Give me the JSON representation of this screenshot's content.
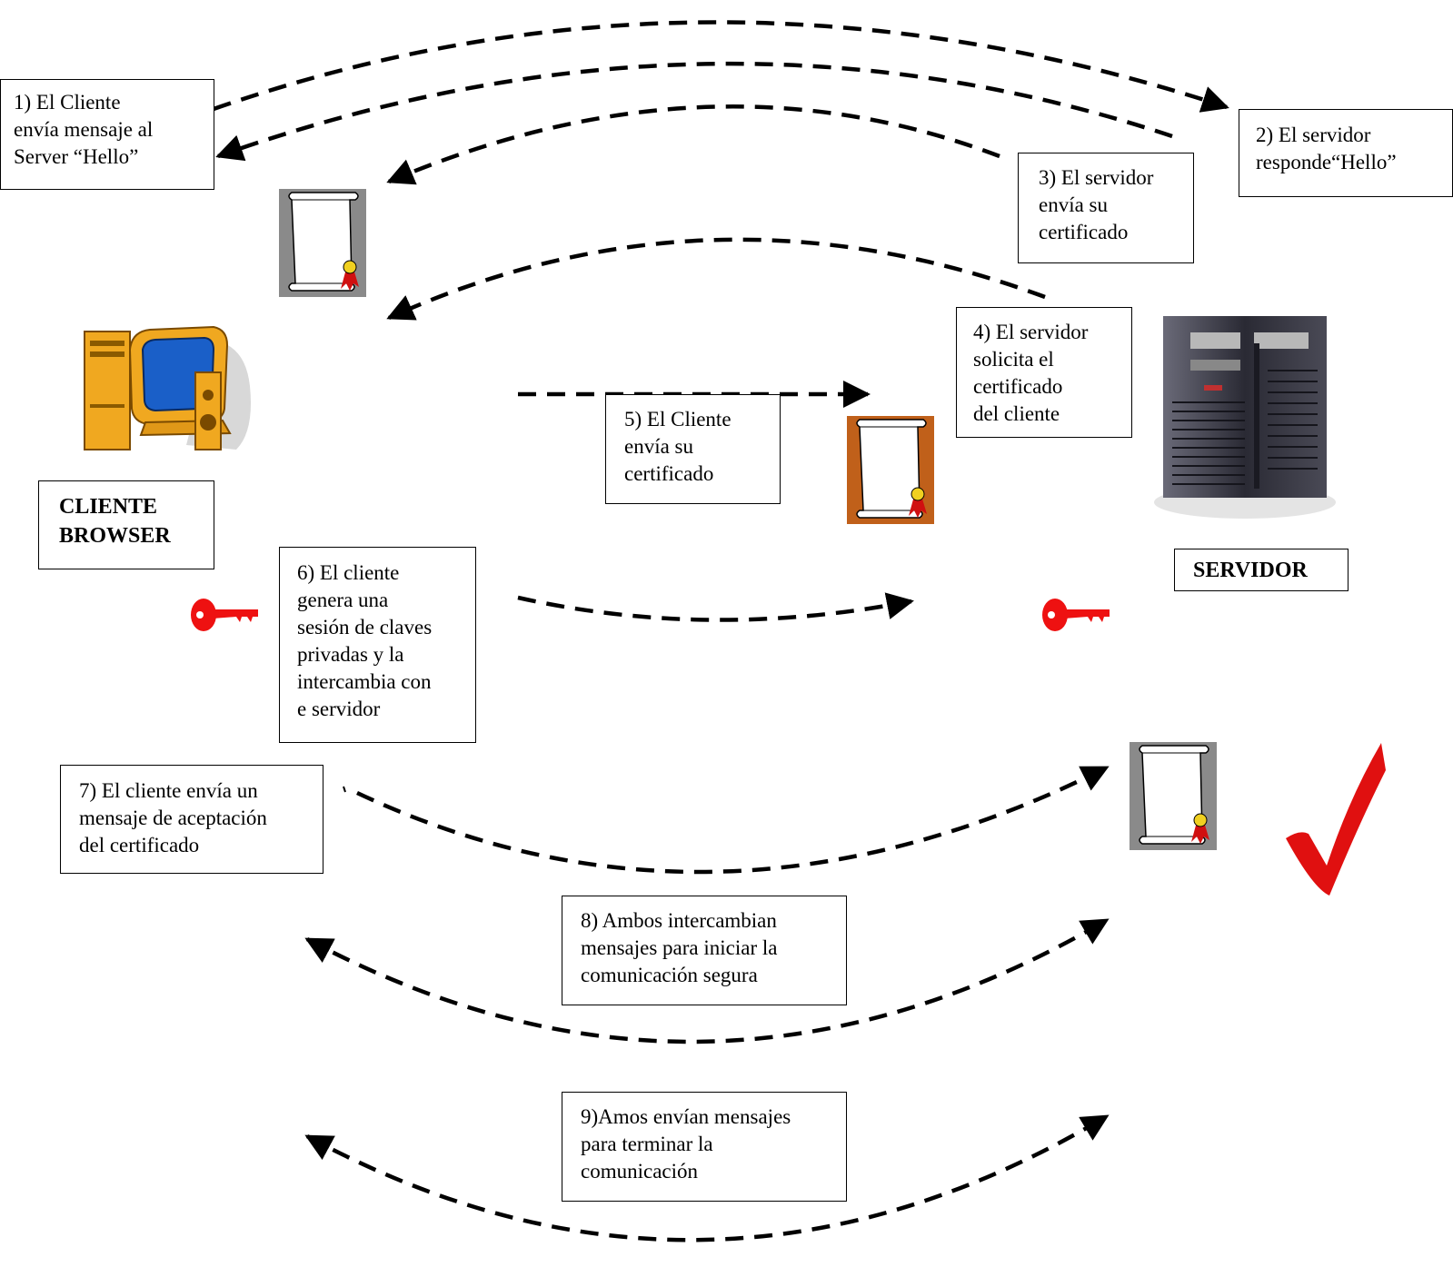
{
  "steps": {
    "s1": "1) El Cliente\nenvía mensaje al\nServer  “Hello”",
    "s2": "2) El servidor\nresponde“Hello”",
    "s3": "3) El servidor\nenvía su\ncertificado",
    "s4": "4) El servidor\nsolicita el\ncertificado\ndel cliente",
    "s5": "5) El Cliente\nenvía su\ncertificado",
    "s6": "6) El cliente\ngenera una\nsesión de claves\nprivadas y la\nintercambia con\ne servidor",
    "s7": "7) El cliente envía un\nmensaje de aceptación\ndel certificado",
    "s8": "8) Ambos intercambian\nmensajes para iniciar la\ncomunicación segura",
    "s9": "9)Amos envían mensajes\npara terminar la\ncomunicación"
  },
  "labels": {
    "client": "CLIENTE\nBROWSER",
    "server": "SERVIDOR"
  },
  "icons": {
    "certificate": "certificate-scroll-icon",
    "computer": "desktop-computer-icon",
    "server": "server-tower-icon",
    "key": "key-icon",
    "check": "checkmark-icon"
  },
  "colors": {
    "arrow": "#000000",
    "key": "#ee1111",
    "check": "#e01010",
    "cert_bg_gray": "#8a8a8a",
    "cert_bg_orange": "#c0601a",
    "monitor": "#f0a820",
    "screen": "#1a5fc8"
  }
}
